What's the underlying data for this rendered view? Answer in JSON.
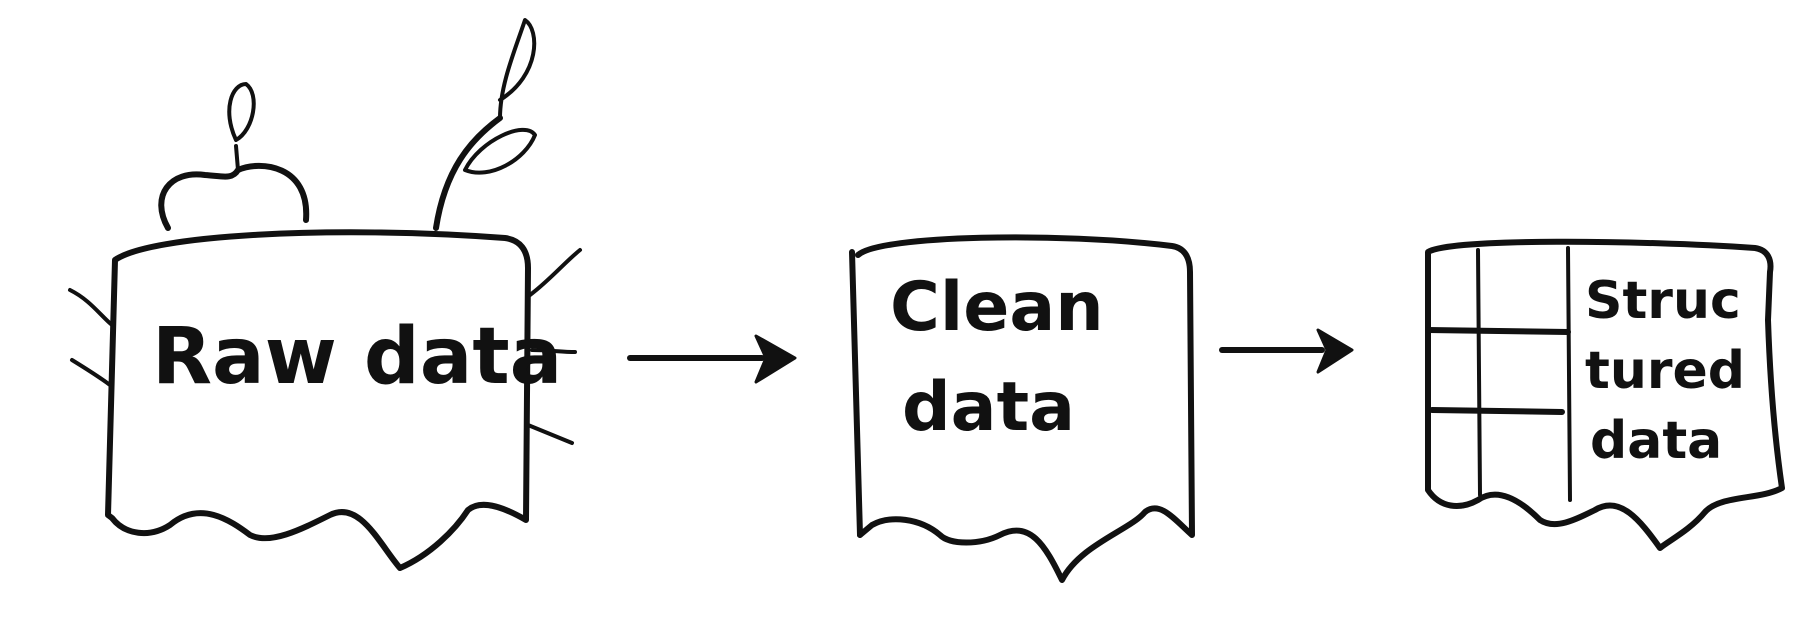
{
  "nodes": [
    {
      "id": "raw",
      "lines": [
        "Raw data"
      ]
    },
    {
      "id": "clean",
      "lines": [
        "Clean",
        "data"
      ]
    },
    {
      "id": "structured",
      "lines": [
        "Struc",
        "tured",
        "data"
      ]
    }
  ],
  "edges": [
    {
      "from": "raw",
      "to": "clean"
    },
    {
      "from": "clean",
      "to": "structured"
    }
  ],
  "colors": {
    "ink": "#111111",
    "background": "#ffffff"
  }
}
